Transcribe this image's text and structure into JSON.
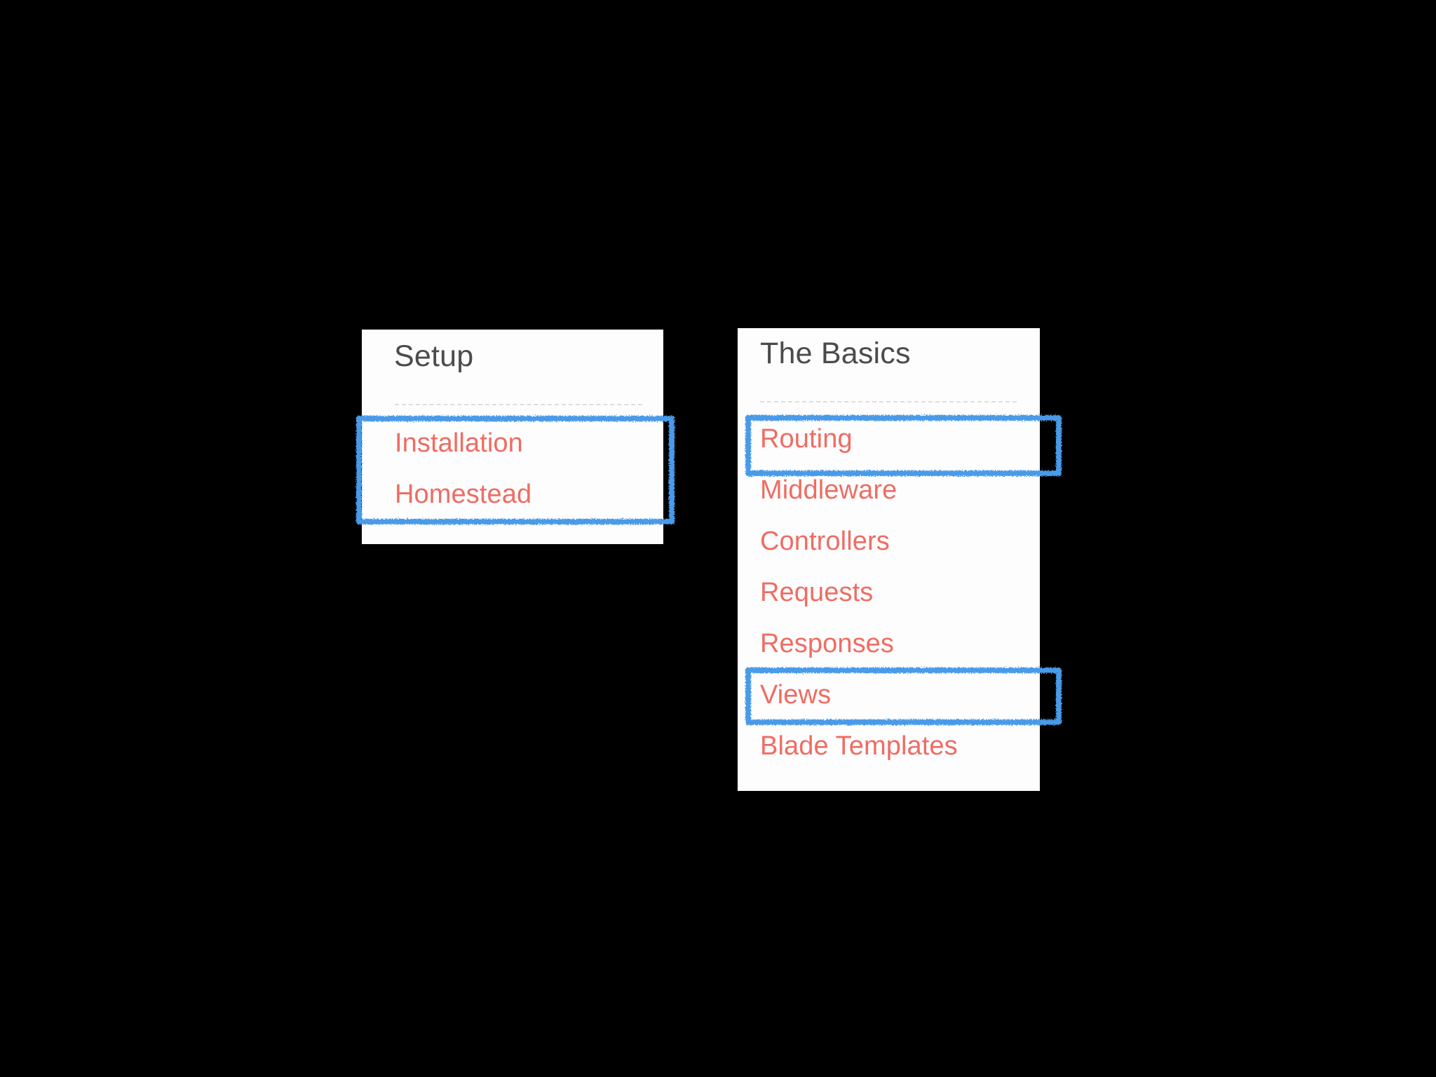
{
  "background_color": "#000000",
  "annotation": {
    "color": "#4a9ae8",
    "style": "hand-drawn-rectangle",
    "boxes": [
      {
        "name": "setup-links-box",
        "target": "Installation, Homestead"
      },
      {
        "name": "routing-link-box",
        "target": "Routing"
      },
      {
        "name": "views-link-box",
        "target": "Views"
      }
    ]
  },
  "cards": [
    {
      "id": "setup",
      "title": "Setup",
      "title_color": "#4b4b4b",
      "link_color": "#ef6c63",
      "links": [
        {
          "label": "Installation"
        },
        {
          "label": "Homestead"
        }
      ]
    },
    {
      "id": "the-basics",
      "title": "The Basics",
      "title_color": "#4b4b4b",
      "link_color": "#ef6c63",
      "links": [
        {
          "label": "Routing"
        },
        {
          "label": "Middleware"
        },
        {
          "label": "Controllers"
        },
        {
          "label": "Requests"
        },
        {
          "label": "Responses"
        },
        {
          "label": "Views"
        },
        {
          "label": "Blade Templates"
        }
      ]
    }
  ]
}
